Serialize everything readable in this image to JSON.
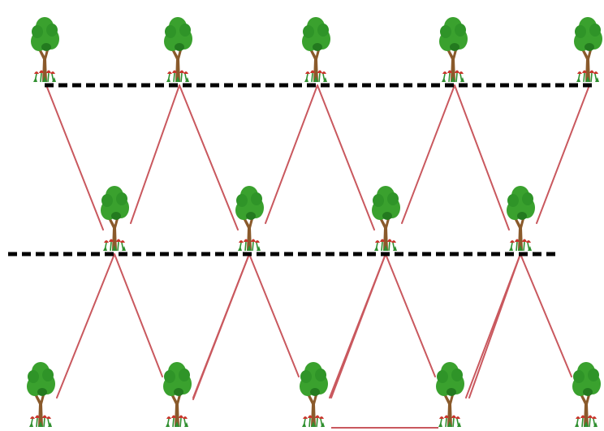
{
  "diagram": {
    "type": "tree-planting-pattern",
    "rows": [
      {
        "name": "top-row",
        "tree_count": 5,
        "has_baseline": true
      },
      {
        "name": "middle-row",
        "tree_count": 4,
        "has_baseline": true
      },
      {
        "name": "bottom-row",
        "tree_count": 5,
        "has_baseline": false
      }
    ],
    "tree_icon": "tree-with-tulips-icon",
    "colors": {
      "background": "#ffffff",
      "baseline": "#000000",
      "connector": "#c9585e",
      "foliage": "#3aa12e",
      "foliage_dark": "#237a1f",
      "trunk": "#8a5a2b",
      "tulip": "#c8372d",
      "tulip_leaf": "#2f8f2f"
    }
  }
}
